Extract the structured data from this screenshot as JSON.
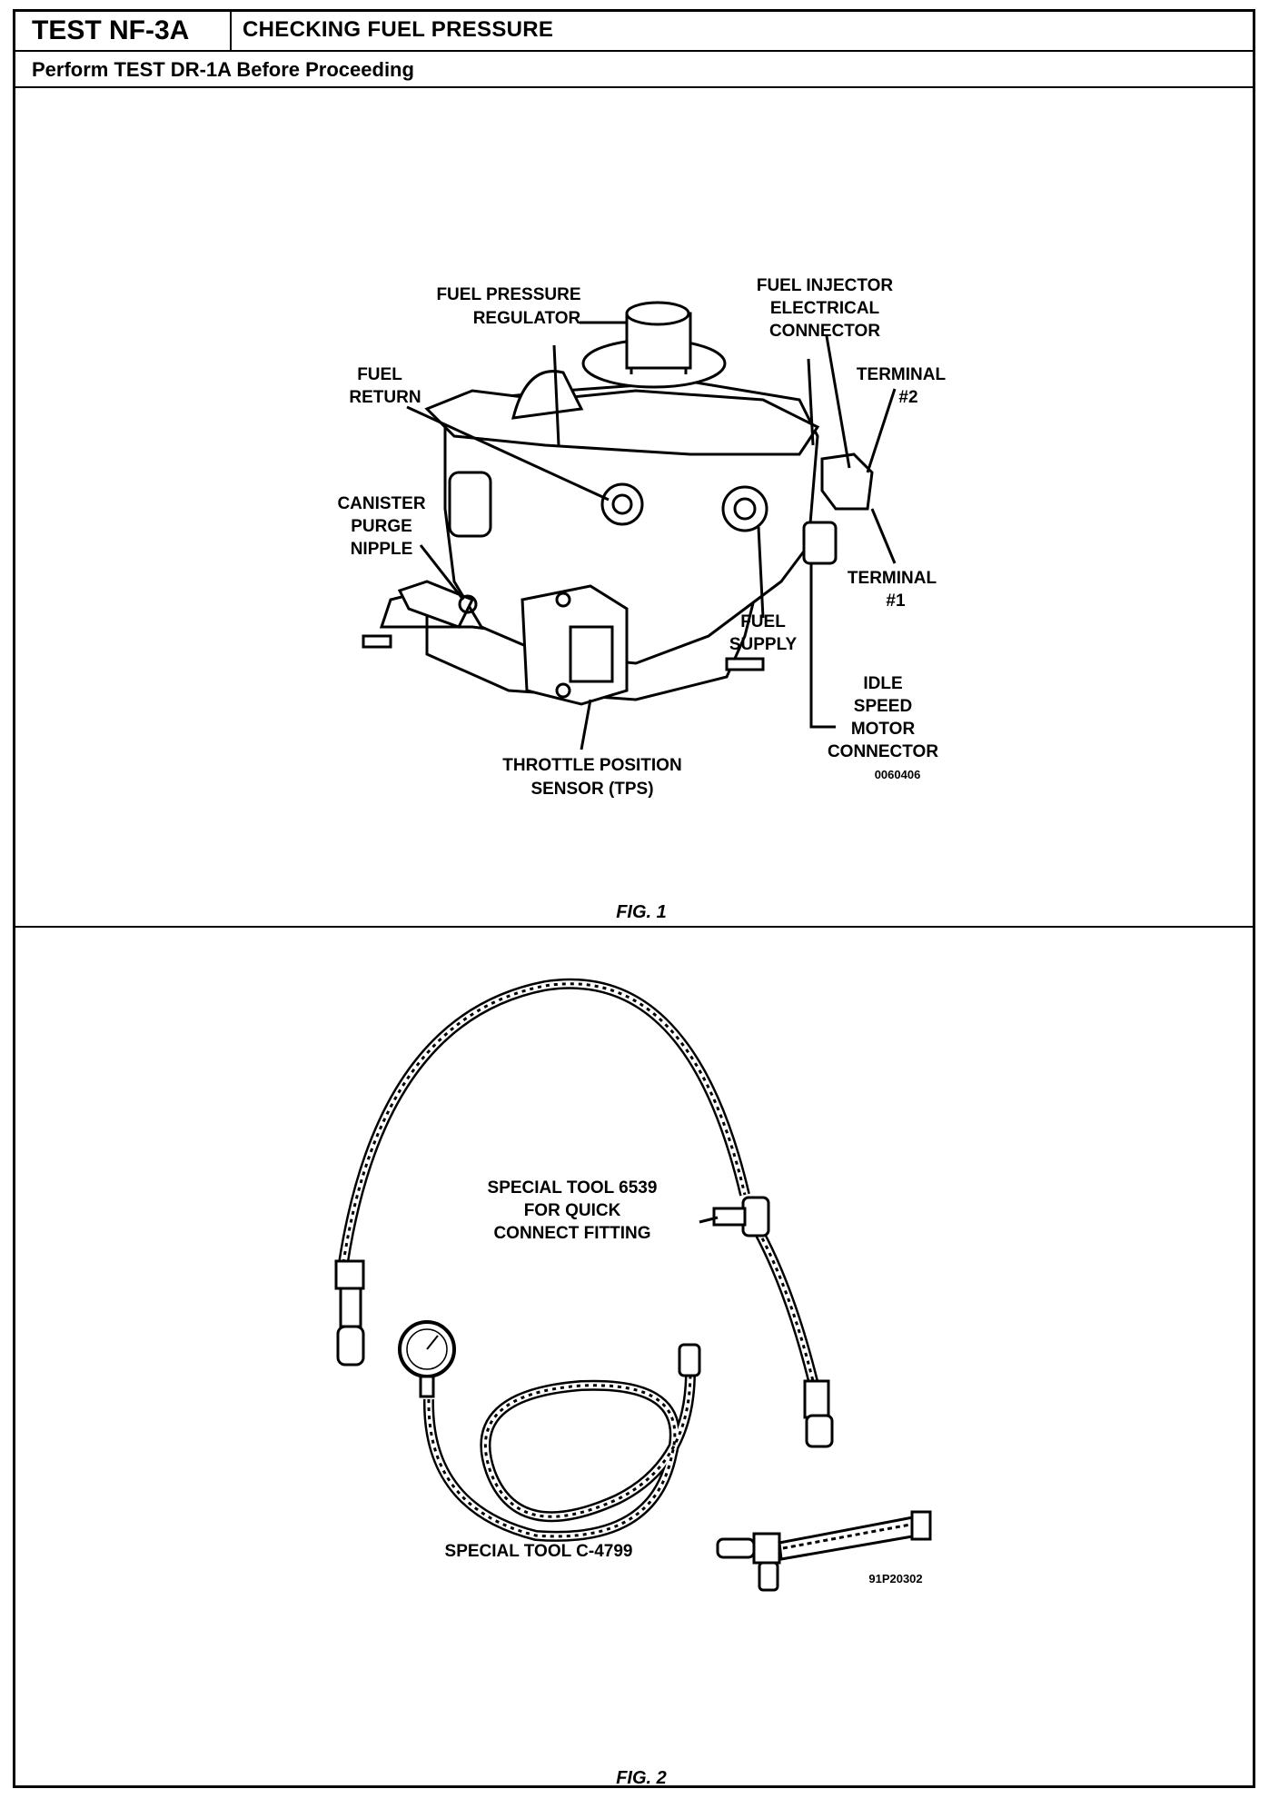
{
  "header": {
    "test_id": "TEST NF-3A",
    "title": "CHECKING FUEL PRESSURE",
    "subheading": "Perform TEST DR-1A Before Proceeding"
  },
  "fig1": {
    "caption": "FIG. 1",
    "code": "0060406",
    "labels": {
      "fuel_pressure_regulator": [
        "FUEL PRESSURE",
        "REGULATOR"
      ],
      "fuel_injector_connector": [
        "FUEL INJECTOR",
        "ELECTRICAL",
        "CONNECTOR"
      ],
      "fuel_return": [
        "FUEL",
        "RETURN"
      ],
      "terminal_2": [
        "TERMINAL",
        "#2"
      ],
      "canister_purge_nipple": [
        "CANISTER",
        "PURGE",
        "NIPPLE"
      ],
      "terminal_1": [
        "TERMINAL",
        "#1"
      ],
      "fuel_supply": [
        "FUEL",
        "SUPPLY"
      ],
      "idle_speed_motor_connector": [
        "IDLE",
        "SPEED",
        "MOTOR",
        "CONNECTOR"
      ],
      "tps": [
        "THROTTLE POSITION",
        "SENSOR (TPS)"
      ]
    }
  },
  "fig2": {
    "caption": "FIG. 2",
    "code": "91P20302",
    "labels": {
      "tool_6539": [
        "SPECIAL TOOL 6539",
        "FOR QUICK",
        "CONNECT FITTING"
      ],
      "tool_c4799": [
        "SPECIAL TOOL C-4799"
      ]
    }
  }
}
